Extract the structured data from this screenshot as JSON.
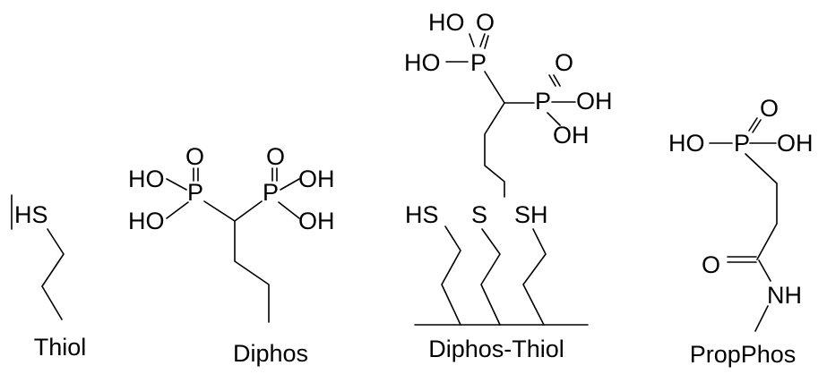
{
  "structures": {
    "thiol": {
      "caption": "Thiol",
      "atoms": {
        "hs": "HS"
      }
    },
    "diphos": {
      "caption": "Diphos",
      "atoms": {
        "o1": "O",
        "o2": "O",
        "ho1": "HO",
        "ho2": "HO",
        "p1": "P",
        "p2": "P",
        "oh1": "OH",
        "oh2": "OH"
      }
    },
    "diphos_thiol": {
      "caption": "Diphos-Thiol",
      "atoms": {
        "ho_top": "HO",
        "o_top": "O",
        "ho_left": "HO",
        "p1": "P",
        "o2": "O",
        "p2": "P",
        "oh_right": "OH",
        "oh_bottom": "OH",
        "hs": "HS",
        "s": "S",
        "sh": "SH"
      }
    },
    "propphos": {
      "caption": "PropPhos",
      "atoms": {
        "o_top": "O",
        "ho": "HO",
        "p": "P",
        "oh": "OH",
        "o_carbonyl": "O",
        "nh": "NH"
      }
    }
  }
}
